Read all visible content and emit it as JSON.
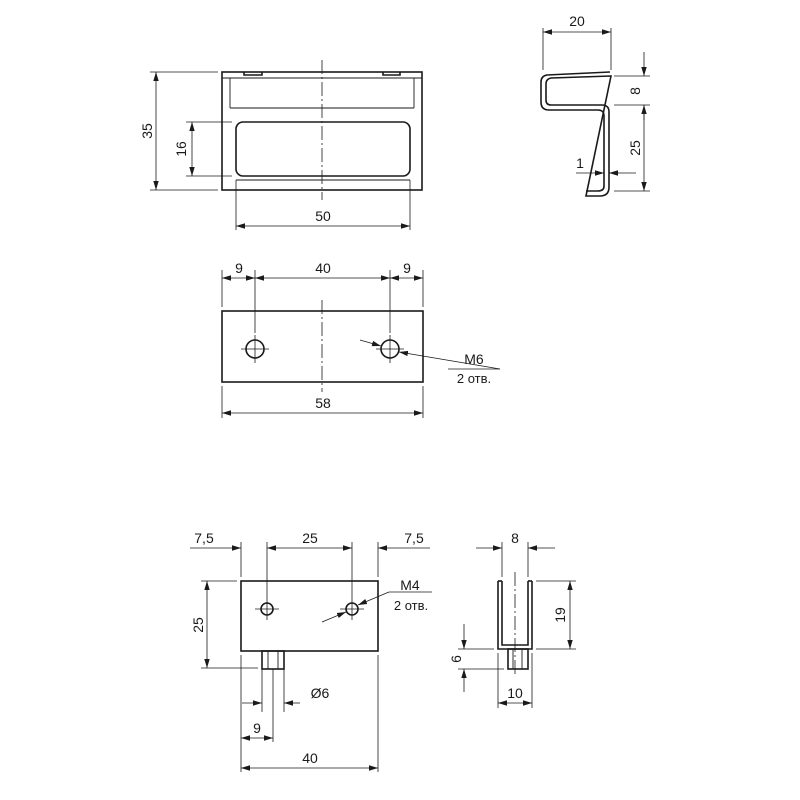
{
  "bracket_front": {
    "dim_height_total": "35",
    "dim_window_height": "16",
    "dim_window_width": "50"
  },
  "bracket_side": {
    "dim_top_width": "20",
    "dim_top_offset": "8",
    "dim_drop": "25",
    "dim_thickness": "1"
  },
  "bracket_top": {
    "dim_edge_left": "9",
    "dim_hole_spacing": "40",
    "dim_edge_right": "9",
    "dim_total_width": "58",
    "hole_callout": "M6",
    "hole_count": "2 отв."
  },
  "block_front": {
    "dim_edge_left": "7,5",
    "dim_hole_spacing": "25",
    "dim_edge_right": "7,5",
    "dim_height": "25",
    "dim_pin_offset": "9",
    "dim_total_width": "40",
    "pin_diameter": "Ø6",
    "hole_callout": "M4",
    "hole_count": "2 отв."
  },
  "block_side": {
    "dim_top_width": "8",
    "dim_height": "19",
    "dim_pin_height": "6",
    "dim_bottom_width": "10"
  }
}
